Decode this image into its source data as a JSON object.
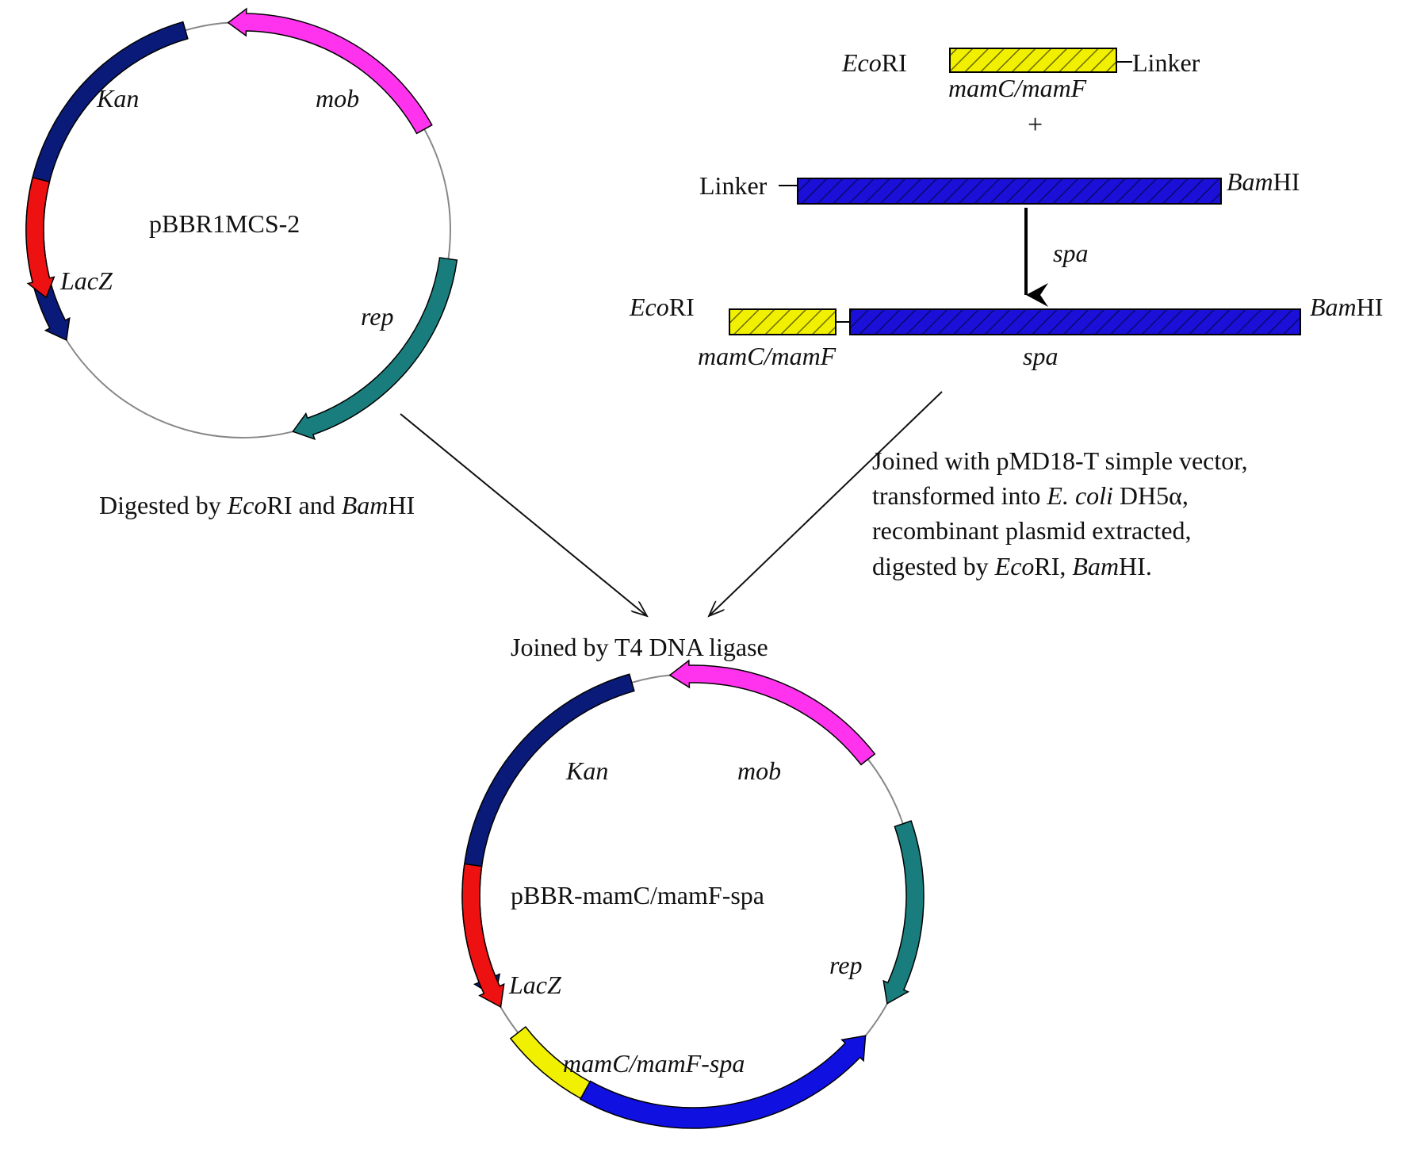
{
  "colors": {
    "kan": "#0a1a78",
    "mob": "#ff33ee",
    "lacz": "#ee1111",
    "rep": "#1a7d7d",
    "insert_yellow": "#f0f000",
    "spa_blue": "#1a10d8",
    "fusion_blue": "#1010e0",
    "line": "#888888",
    "text": "#111111"
  },
  "plasmid_top": {
    "name": "pBBR1MCS-2",
    "genes": {
      "kan": "Kan",
      "mob": "mob",
      "lacz": "LacZ",
      "rep": "rep"
    }
  },
  "plasmid_bottom": {
    "name": "pBBR-mamC/mamF-spa",
    "genes": {
      "kan": "Kan",
      "mob": "mob",
      "lacz": "LacZ",
      "rep": "rep",
      "fusion": "mamC/mamF-spa"
    }
  },
  "construct": {
    "ecori": "EcoRI",
    "bamhi": "BamHI",
    "linker": "Linker",
    "mamc": "mamC/mamF",
    "spa": "spa",
    "plus": "+"
  },
  "steps": {
    "digest": [
      "Digested by ",
      "Eco",
      "RI and ",
      "Bam",
      "HI"
    ],
    "joined_t4": "Joined by T4 DNA ligase",
    "cloning": {
      "line1": "Joined with pMD18-T simple vector,",
      "line2": [
        "transformed into ",
        "E. coli",
        " DH5α,"
      ],
      "line3": "recombinant plasmid extracted,",
      "line4": [
        "digested by ",
        "Eco",
        "RI, ",
        "Bam",
        "HI."
      ]
    }
  }
}
